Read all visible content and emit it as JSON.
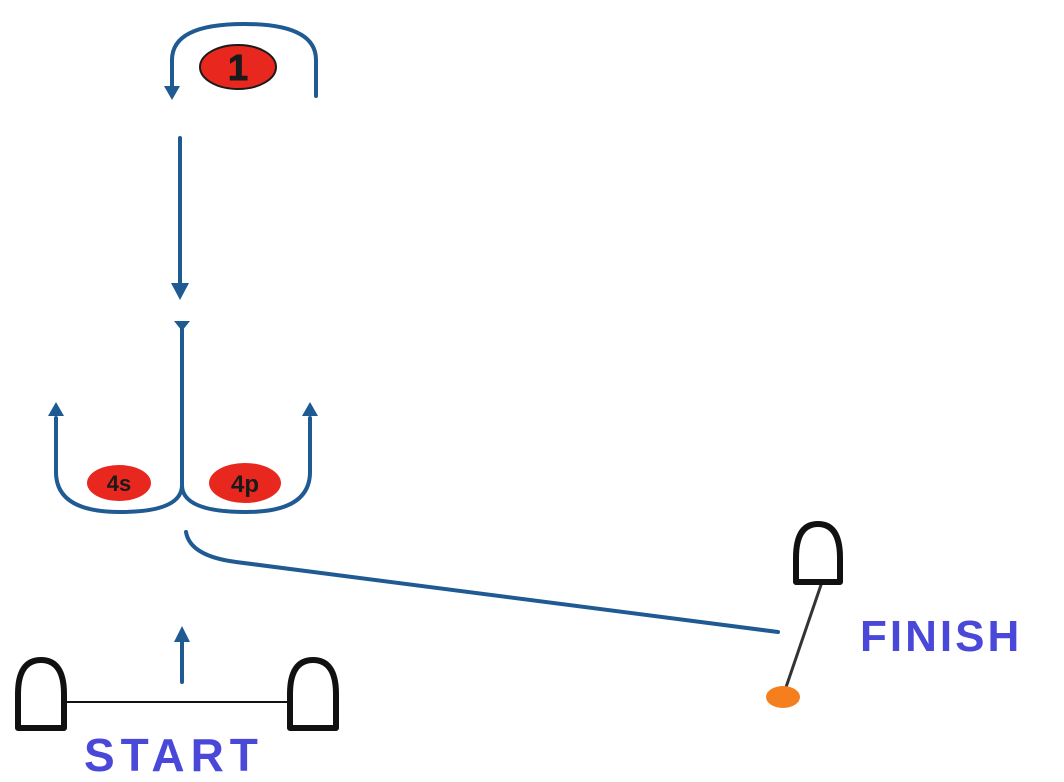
{
  "diagram": {
    "marks": {
      "windward": {
        "text": "1"
      },
      "gate_starboard": {
        "text": "4s"
      },
      "gate_port": {
        "text": "4p"
      }
    },
    "labels": {
      "start": "START",
      "finish": "FINISH"
    },
    "colors": {
      "course_line": "#1f5a93",
      "mark_fill": "#e8281e",
      "mark_text": "#1a1a1a",
      "label_text": "#4a48d8",
      "buoy_stroke": "#111111",
      "finish_pin": "#f57f1f"
    },
    "icons": {
      "start_left": "buoy-icon",
      "start_right": "buoy-icon",
      "finish_boat": "buoy-icon",
      "finish_pin": "pin-end-icon"
    }
  }
}
